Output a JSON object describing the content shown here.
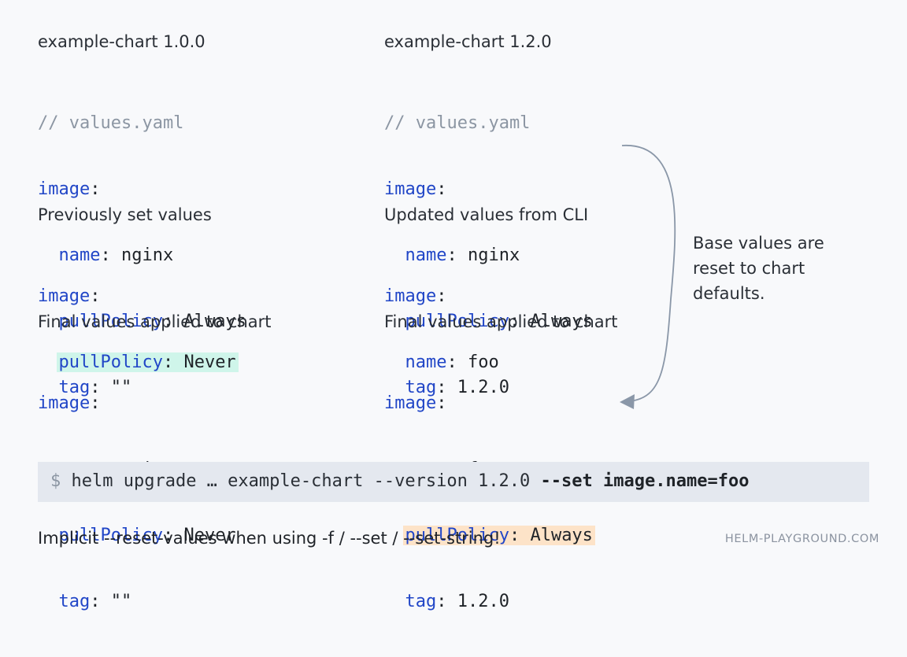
{
  "left": {
    "chart_title": "example-chart 1.0.0",
    "values_comment": "// values.yaml",
    "values": [
      {
        "indent": "",
        "key": "image",
        "value": ""
      },
      {
        "indent": "  ",
        "key": "name",
        "value": "nginx"
      },
      {
        "indent": "  ",
        "key": "pullPolicy",
        "value": "Always"
      },
      {
        "indent": "  ",
        "key": "tag",
        "value": "\"\""
      }
    ],
    "previous_heading": "Previously set values",
    "previous": [
      {
        "indent": "",
        "key": "image",
        "value": ""
      },
      {
        "indent": "  ",
        "key": "pullPolicy",
        "value": "Never"
      }
    ],
    "final_heading": "Final values applied to chart",
    "final": [
      {
        "indent": "",
        "key": "image",
        "value": ""
      },
      {
        "indent": "  ",
        "key": "name",
        "value": "nginx"
      },
      {
        "indent": "  ",
        "key": "pullPolicy",
        "value": "Never"
      },
      {
        "indent": "  ",
        "key": "tag",
        "value": "\"\""
      }
    ]
  },
  "right": {
    "chart_title": "example-chart 1.2.0",
    "values_comment": "// values.yaml",
    "values": [
      {
        "indent": "",
        "key": "image",
        "value": ""
      },
      {
        "indent": "  ",
        "key": "name",
        "value": "nginx"
      },
      {
        "indent": "  ",
        "key": "pullPolicy",
        "value": "Always"
      },
      {
        "indent": "  ",
        "key": "tag",
        "value": "1.2.0"
      }
    ],
    "updated_heading": "Updated values from CLI",
    "updated": [
      {
        "indent": "",
        "key": "image",
        "value": ""
      },
      {
        "indent": "  ",
        "key": "name",
        "value": "foo"
      }
    ],
    "final_heading": "Final values applied to chart",
    "final": [
      {
        "indent": "",
        "key": "image",
        "value": ""
      },
      {
        "indent": "  ",
        "key": "name",
        "value": "foo"
      },
      {
        "indent": "  ",
        "key": "pullPolicy",
        "value": "Always"
      },
      {
        "indent": "  ",
        "key": "tag",
        "value": "1.2.0"
      }
    ]
  },
  "note": "Base values are reset to chart defaults.",
  "command": {
    "prompt": "$",
    "text": "helm upgrade … example-chart --version 1.2.0",
    "flags": "--set image.name=foo"
  },
  "footer": {
    "text": "Implicit --reset-values when using -f / --set / --set-string!",
    "brand": "HELM-PLAYGROUND.COM"
  },
  "colors": {
    "key": "#2146c7",
    "comment": "#8c96a3",
    "highlight_kept": "#cff5ea",
    "highlight_reset": "#fde3c8",
    "arrow": "#8a97a8"
  }
}
